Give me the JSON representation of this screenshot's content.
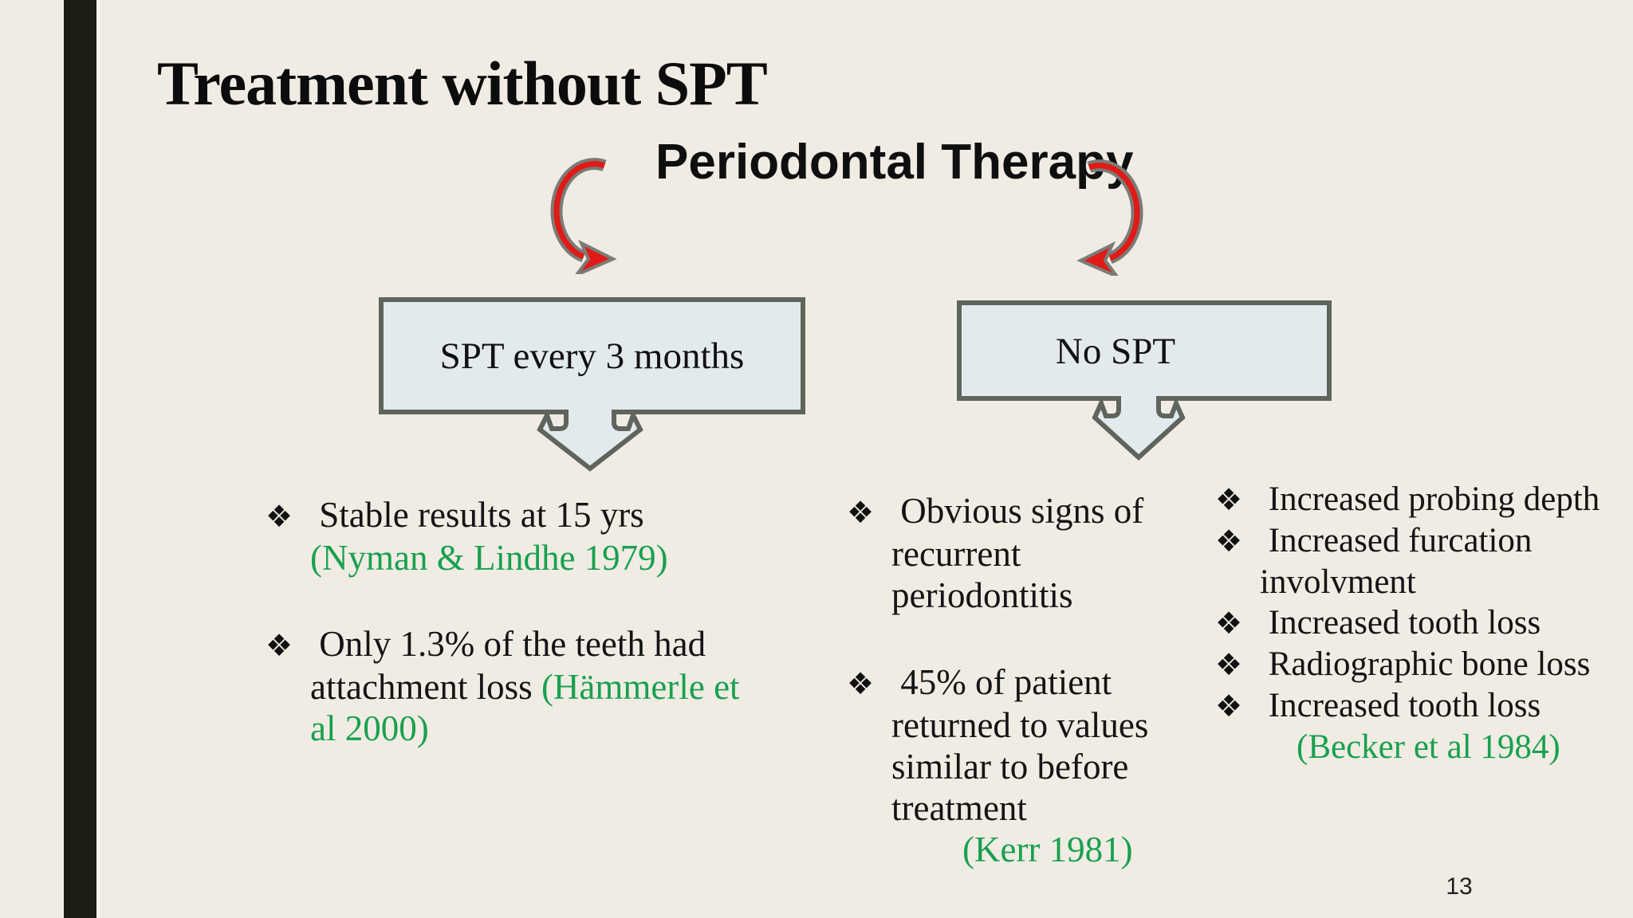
{
  "slide": {
    "title": "Treatment without SPT",
    "subtitle": "Periodontal Therapy",
    "page_number": "13"
  },
  "flowchart": {
    "left_box_label": "SPT every 3 months",
    "right_box_label": "No SPT"
  },
  "lists": {
    "bullet_glyph": "❖"
  },
  "columns": {
    "left": {
      "lines": [
        {
          "black": "Stable results at 15 yrs"
        },
        {
          "green": "(Nyman & Lindhe 1979)"
        },
        {
          "black": "Only 1.3% of the teeth had"
        },
        {
          "black": "attachment loss ",
          "green": "(Hämmerle et"
        },
        {
          "green": "al 2000)"
        }
      ]
    },
    "middle": {
      "lines": [
        {
          "black": "Obvious signs of"
        },
        {
          "black": "recurrent"
        },
        {
          "black": "periodontitis"
        },
        {
          "black": "45% of patient"
        },
        {
          "black": "returned to values"
        },
        {
          "black": "similar to before"
        },
        {
          "black": "treatment"
        },
        {
          "green": "(Kerr 1981)"
        }
      ]
    },
    "right": {
      "lines": [
        {
          "black": "Increased probing depth"
        },
        {
          "black": "Increased furcation"
        },
        {
          "black": "involvment"
        },
        {
          "black": "Increased tooth loss"
        },
        {
          "black": "Radiographic bone loss"
        },
        {
          "black": "Increased tooth loss"
        },
        {
          "green": "(Becker et al 1984)"
        }
      ]
    }
  },
  "colors": {
    "background": "#f0ece4",
    "accent_bar": "#1b1e13",
    "box_fill": "#e3eaee",
    "box_border": "#5f645c",
    "citation_green": "#19a04e",
    "arrow_red": "#e01a17",
    "arrow_gray": "#7b7b77",
    "text": "#141414"
  },
  "icons": {
    "bullet": "❖ four-diamond bullet",
    "curved_arrow_left": "red curved arrow with gray outline, opens right",
    "curved_arrow_right": "red curved arrow with gray outline, opens left",
    "down_arrow_left": "outlined block down arrow under left box",
    "down_arrow_right": "outlined block down arrow under right box"
  }
}
